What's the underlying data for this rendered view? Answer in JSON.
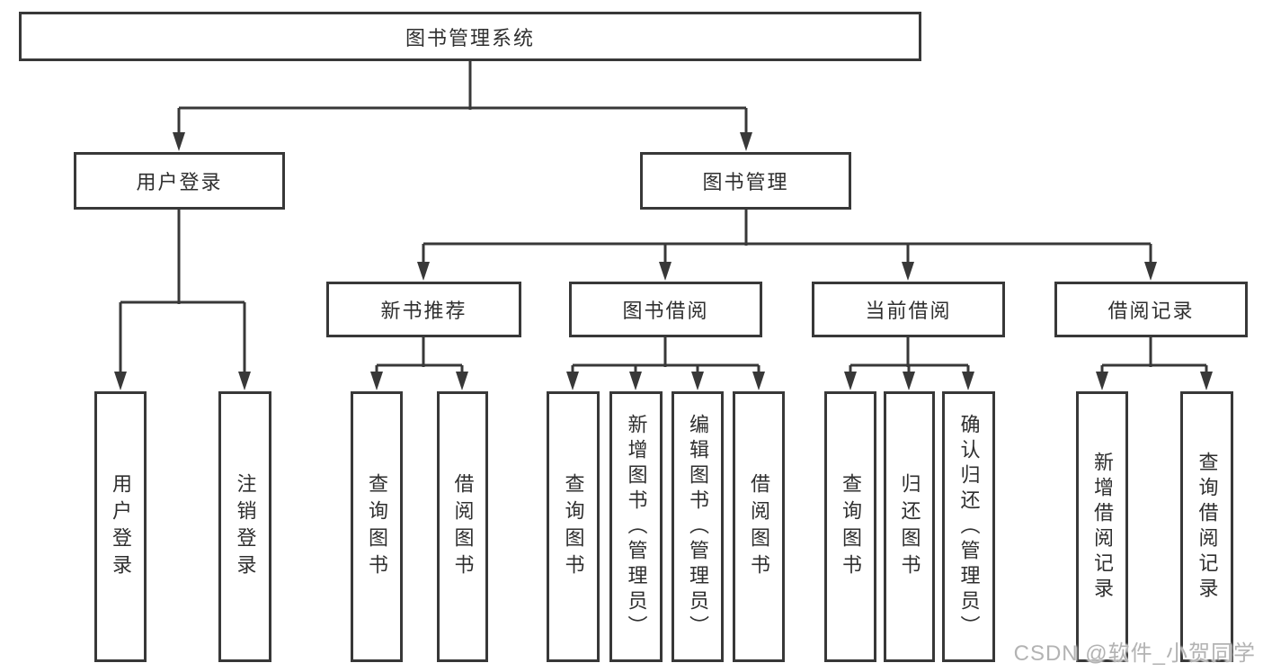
{
  "tree": {
    "root": "图书管理系统",
    "branches": [
      {
        "label": "用户登录",
        "leaves": [
          "用户登录",
          "注销登录"
        ]
      },
      {
        "label": "图书管理",
        "groups": [
          {
            "label": "新书推荐",
            "leaves": [
              "查询图书",
              "借阅图书"
            ]
          },
          {
            "label": "图书借阅",
            "leaves": [
              "查询图书",
              "新增图书（管理员）",
              "编辑图书（管理员）",
              "借阅图书"
            ]
          },
          {
            "label": "当前借阅",
            "leaves": [
              "查询图书",
              "归还图书",
              "确认归还（管理员）"
            ]
          },
          {
            "label": "借阅记录",
            "leaves": [
              "新增借阅记录",
              "查询借阅记录"
            ]
          }
        ]
      }
    ]
  },
  "watermark": "CSDN @软件_小贺同学",
  "colors": {
    "line": "#383838",
    "text": "#2f2f2f",
    "watermark": "#b3b3b3",
    "background": "#ffffff"
  }
}
